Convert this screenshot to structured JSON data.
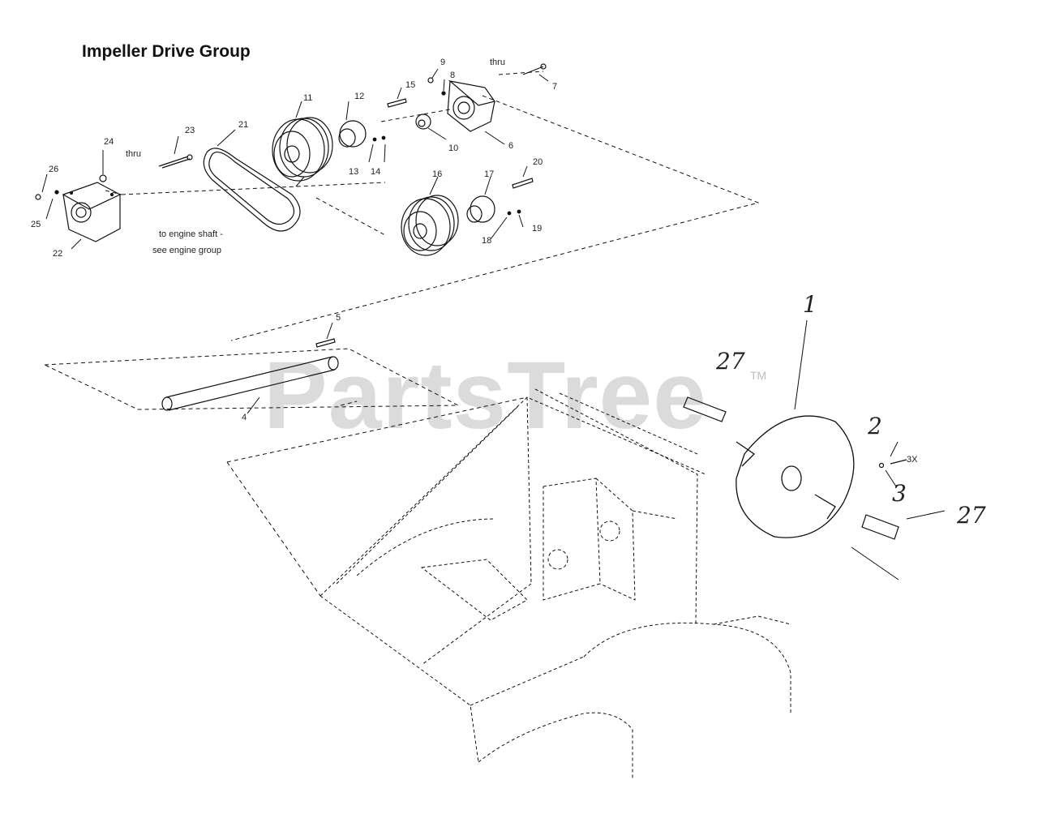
{
  "title": "Impeller Drive Group",
  "watermark": "PartsTree",
  "watermark_tm": "TM",
  "notes": {
    "thru_top": "thru",
    "thru_left": "thru",
    "to_engine_shaft": "to engine shaft -",
    "see_engine_group": "see engine group",
    "qty_3x": "3X"
  },
  "labels": {
    "p1": "1",
    "p2": "2",
    "p3": "3",
    "p4": "4",
    "p5": "5",
    "p6": "6",
    "p7": "7",
    "p8": "8",
    "p9": "9",
    "p10": "10",
    "p11": "11",
    "p12": "12",
    "p13": "13",
    "p14": "14",
    "p15": "15",
    "p16": "16",
    "p17": "17",
    "p18": "18",
    "p19": "19",
    "p20": "20",
    "p21": "21",
    "p22": "22",
    "p23": "23",
    "p24": "24",
    "p25": "25",
    "p26": "26",
    "p27a": "27",
    "p27b": "27"
  }
}
